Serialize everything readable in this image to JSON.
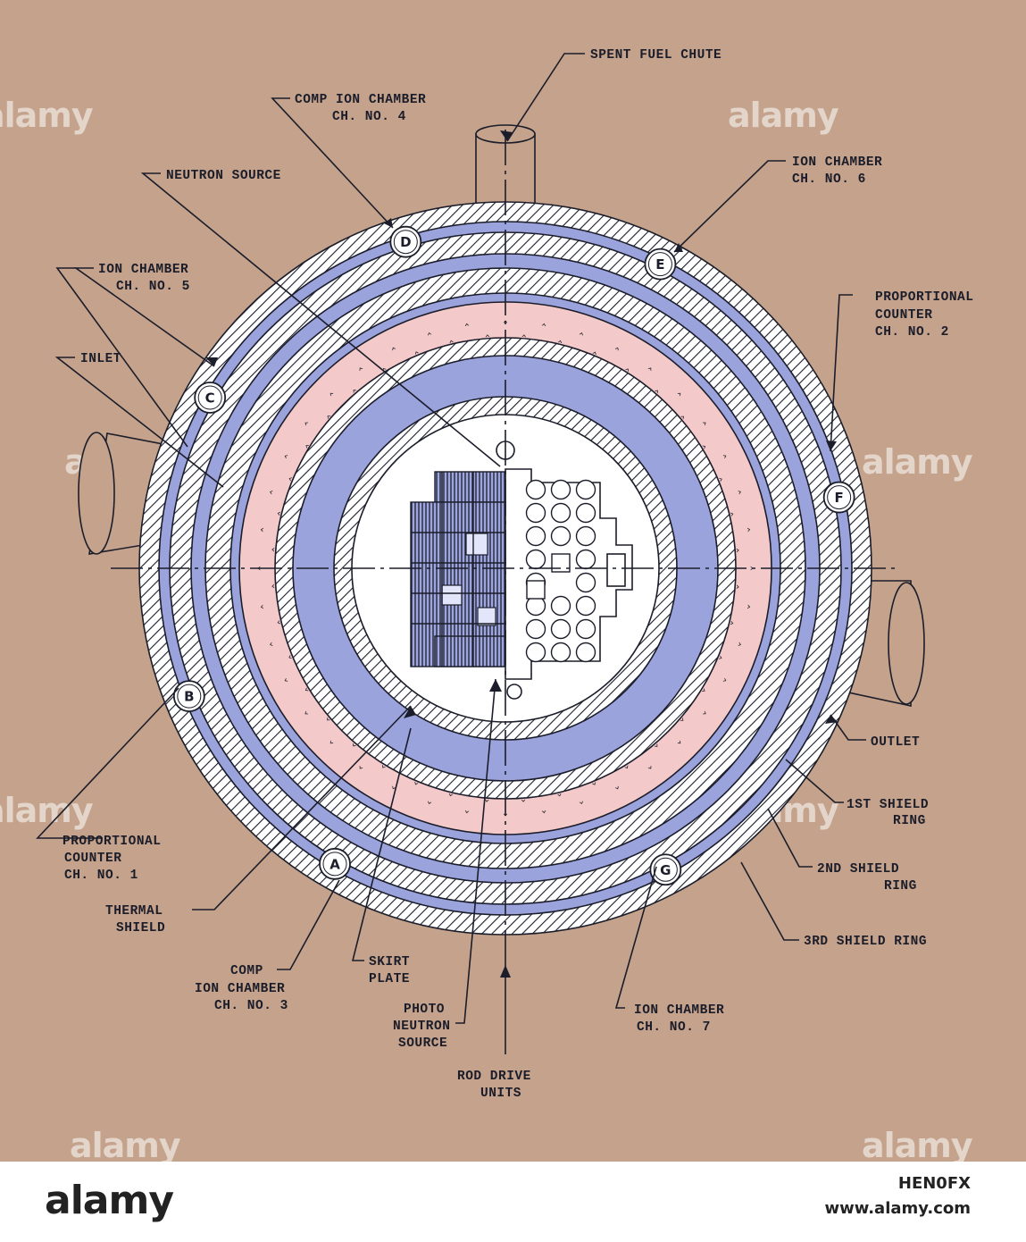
{
  "labels": {
    "spent_fuel_chute": "SPENT FUEL CHUTE",
    "comp_ion_ch4": [
      "COMP ION CHAMBER",
      "CH. NO. 4"
    ],
    "neutron_source": "NEUTRON SOURCE",
    "ion_ch6": [
      "ION CHAMBER",
      "CH. NO. 6"
    ],
    "ion_ch5": [
      "ION CHAMBER",
      "CH. NO. 5"
    ],
    "prop_counter_ch2": [
      "PROPORTIONAL",
      "COUNTER",
      "CH. NO. 2"
    ],
    "inlet": "INLET",
    "outlet": "OUTLET",
    "first_shield_ring": [
      "1ST SHIELD",
      "RING"
    ],
    "second_shield_ring": [
      "2ND SHIELD",
      "RING"
    ],
    "third_shield_ring": "3RD SHIELD RING",
    "prop_counter_ch1": [
      "PROPORTIONAL",
      "COUNTER",
      "CH. NO. 1"
    ],
    "thermal_shield": [
      "THERMAL",
      "SHIELD"
    ],
    "comp_ion_ch3": [
      "COMP",
      "ION CHAMBER",
      "CH. NO. 3"
    ],
    "skirt_plate": [
      "SKIRT",
      "PLATE"
    ],
    "photo_neutron_source": [
      "PHOTO",
      "NEUTRON",
      "SOURCE"
    ],
    "rod_drive_units": [
      "ROD DRIVE",
      "UNITS"
    ],
    "ion_ch7": [
      "ION CHAMBER",
      "CH. NO. 7"
    ]
  },
  "chamber_badges": [
    "A",
    "B",
    "C",
    "D",
    "E",
    "F",
    "G"
  ],
  "watermark": "alamy",
  "footer": {
    "logo": "alamy",
    "image_id": "HEN0FX",
    "url": "www.alamy.com"
  },
  "colors": {
    "background": "#c4a28b",
    "blue_ring": "#9aa3dc",
    "pink_ring": "#f3c9c9",
    "line": "#1b1d2a"
  }
}
